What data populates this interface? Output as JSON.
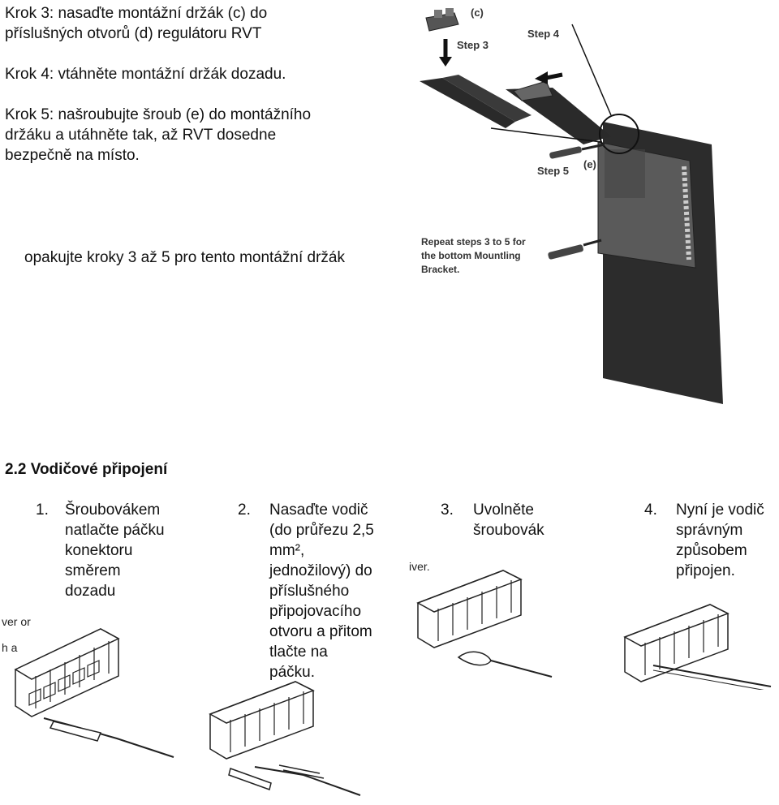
{
  "intro": {
    "step3": "Krok 3: nasaďte montážní držák (c) do\npříslušných otvorů (d) regulátoru RVT",
    "step4": "Krok 4: vtáhněte montážní držák dozadu.",
    "step5": "Krok 5: našroubujte šroub (e) do montážního\ndržáku a utáhněte tak, až RVT dosedne\nbezpečně na místo.",
    "repeat": "opakujte kroky 3 až 5 pro tento montážní držák"
  },
  "figure_top": {
    "label_c": "(c)",
    "label_step3": "Step 3",
    "label_step4": "Step 4",
    "label_step5": "Step 5",
    "label_e": "(e)",
    "label_repeat_1": "Repeat steps 3 to 5 for",
    "label_repeat_2": "the bottom Mountling",
    "label_repeat_3": "Bracket."
  },
  "section": {
    "heading": "2.2 Vodičové připojení"
  },
  "steps": [
    {
      "num": "1.",
      "text": "Šroubovákem\nnatlačte páčku\nkonektoru\nsměrem\ndozadu"
    },
    {
      "num": "2.",
      "text": "Nasaďte vodič\n(do průřezu 2,5\nmm²,\njednožilový) do\npříslušného\npřipojovacího\notvoru a přitom\ntlačte na\npáčku."
    },
    {
      "num": "3.",
      "text": "Uvolněte\nšroubovák"
    },
    {
      "num": "4.",
      "text": "Nyní je vodič\nsprávným\nzpůsobem\npřipojen."
    }
  ],
  "fragments": {
    "left_1": "ver or",
    "left_2": "h a",
    "col3": "iver."
  }
}
